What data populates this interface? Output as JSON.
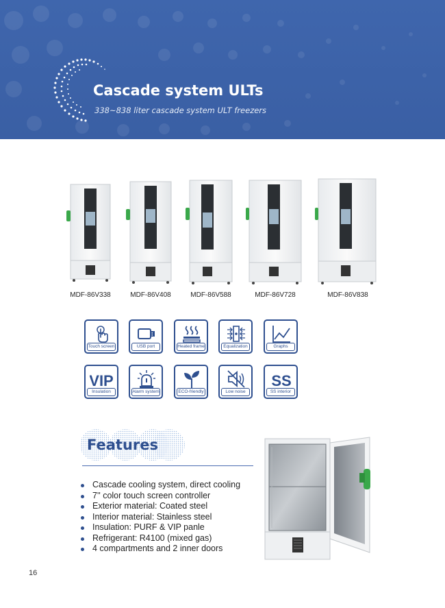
{
  "banner": {
    "title": "Cascade system ULTs",
    "subtitle": "338~838 liter cascade system ULT freezers",
    "background_color": "#3f66ad"
  },
  "models": [
    {
      "label": "MDF-86V338"
    },
    {
      "label": "MDF-86V408"
    },
    {
      "label": "MDF-86V588"
    },
    {
      "label": "MDF-86V728"
    },
    {
      "label": "MDF-86V838"
    }
  ],
  "features_icons": [
    {
      "icon": "touch-screen-icon",
      "label": "Touch screen"
    },
    {
      "icon": "usb-port-icon",
      "label": "USB port"
    },
    {
      "icon": "heated-frame-icon",
      "label": "Heated frame"
    },
    {
      "icon": "equalization-icon",
      "label": "Equalization"
    },
    {
      "icon": "graphs-icon",
      "label": "Graphs"
    },
    {
      "icon": "vip-insulation-icon",
      "label": "Insulation",
      "glyph": "VIP"
    },
    {
      "icon": "alarm-system-icon",
      "label": "Alarm system"
    },
    {
      "icon": "eco-friendly-icon",
      "label": "ECO-friendly"
    },
    {
      "icon": "low-noise-icon",
      "label": "Low noise"
    },
    {
      "icon": "ss-interior-icon",
      "label": "SS interior",
      "glyph": "SS"
    }
  ],
  "features": {
    "title": "Features",
    "items": [
      "Cascade cooling system, direct cooling",
      "7'' color touch screen controller",
      "Exterior material: Coated steel",
      "Interior material: Stainless steel",
      "Insulation: PURF & VIP panle",
      "Refrigerant: R4100 (mixed gas)",
      "4 compartments and 2 inner doors"
    ]
  },
  "page_number": "16",
  "colors": {
    "accent": "#2e4f8f",
    "handle": "#3aa84a"
  }
}
